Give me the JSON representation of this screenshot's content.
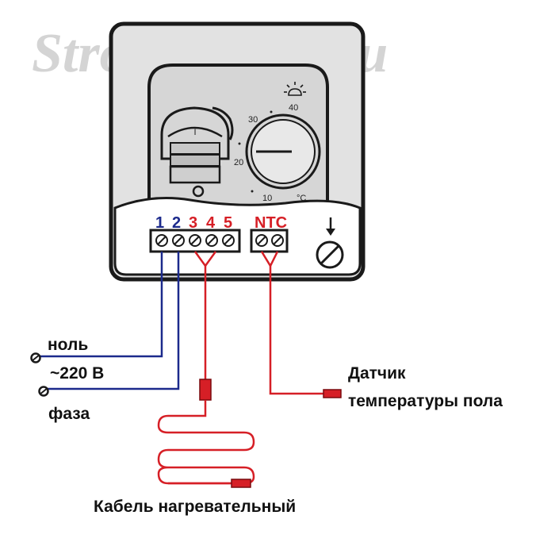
{
  "watermark": "Stroy-shkola.ru",
  "colors": {
    "neutral_wire": "#1c2a8c",
    "load_wire": "#d61f26",
    "body_gray": "#e2e2e2",
    "panel_gray": "#d6d6d6",
    "outline": "#1a1a1a"
  },
  "thermostat": {
    "dial": {
      "label_40": "40",
      "label_30": "30",
      "label_20": "20",
      "label_10": "10",
      "unit": "°C"
    },
    "switch": {
      "on_mark": "I",
      "off_mark": "O"
    },
    "icons": {
      "sun": "sun-icon",
      "arrow": "down-arrow-icon",
      "screw": "screw-icon"
    },
    "terminals": {
      "t1": "1",
      "t2": "2",
      "t3": "3",
      "t4": "4",
      "t5": "5",
      "ntc": "NTC"
    }
  },
  "labels": {
    "neutral": "ноль",
    "voltage": "~220 В",
    "phase": "фаза",
    "sensor_line1": "Датчик",
    "sensor_line2": "температуры пола",
    "heating_cable": "Кабель нагревательный"
  }
}
